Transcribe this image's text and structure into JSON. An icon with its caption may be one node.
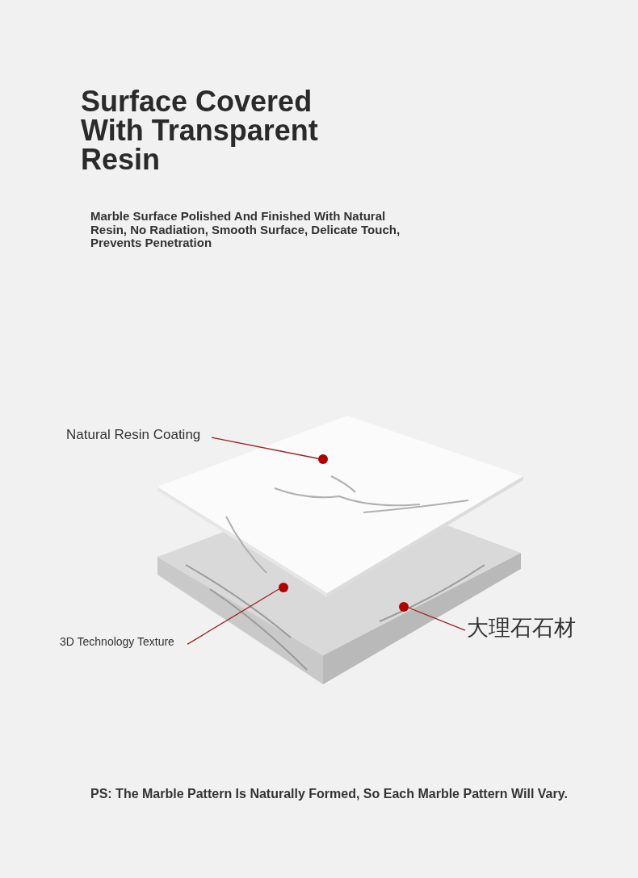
{
  "diagram": {
    "title": "Surface Covered With Transparent Resin",
    "nodes": [
      {
        "text": [
          "Natural Resin Coating"
        ]
      },
      {
        "text": [],
        "shape": "circle"
      },
      {
        "text": [
          "3D Technology Texture"
        ]
      },
      {
        "text": [],
        "shape": "circle"
      },
      {
        "text": [
          "大理石石材"
        ]
      },
      {
        "text": [],
        "shape": "circle"
      }
    ],
    "edges": [
      {
        "from": 0,
        "to": 1,
        "arrow": "none"
      },
      {
        "from": 2,
        "to": 3,
        "arrow": "none"
      },
      {
        "from": 5,
        "to": 4,
        "arrow": "none"
      }
    ],
    "labels": [
      "Marble Surface Polished And Finished With Natural Resin, No Radiation, Smooth Surface, Delicate Touch, Prevents Penetration",
      "PS: The Marble Pattern Is Naturally Formed, So Each Marble Pattern Will Vary."
    ]
  }
}
